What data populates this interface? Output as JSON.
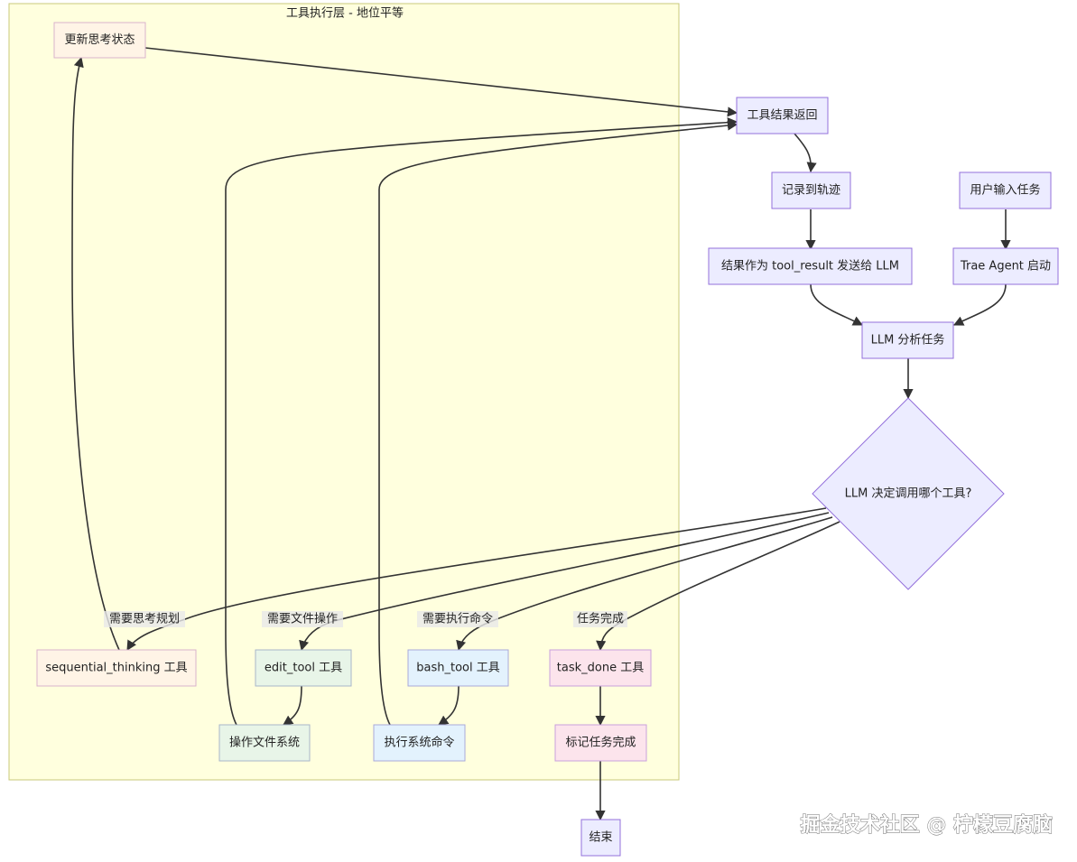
{
  "cluster": {
    "title": "工具执行层 - 地位平等"
  },
  "nodes": {
    "update_thinking": "更新思考状态",
    "tool_result_return": "工具结果返回",
    "record_trajectory": "记录到轨迹",
    "user_input": "用户输入任务",
    "send_to_llm": "结果作为 tool_result 发送给 LLM",
    "trae_start": "Trae Agent 启动",
    "llm_analyze": "LLM 分析任务",
    "llm_decide": "LLM 决定调用哪个工具?",
    "sequential_thinking": "sequential_thinking 工具",
    "edit_tool": "edit_tool 工具",
    "bash_tool": "bash_tool 工具",
    "task_done": "task_done 工具",
    "operate_fs": "操作文件系统",
    "exec_cmd": "执行系统命令",
    "mark_done": "标记任务完成",
    "end": "结束"
  },
  "edge_labels": {
    "need_thinking": "需要思考规划",
    "need_file_op": "需要文件操作",
    "need_command": "需要执行命令",
    "task_complete": "任务完成"
  },
  "watermark": "掘金技术社区 @ 柠檬豆腐脑",
  "colors": {
    "cluster_fill": "#ffffde",
    "cluster_stroke": "#c8c87a",
    "default_fill": "#ececff",
    "default_stroke": "#9370db",
    "thinking_fill": "#fff4e6",
    "thinking_stroke": "#d9b3cc",
    "edit_fill": "#e8f5e8",
    "edit_stroke": "#a9b6c9",
    "bash_fill": "#e3f2fd",
    "bash_stroke": "#a9a9d9",
    "done_fill": "#fce4ec",
    "done_stroke": "#c9a0dc",
    "edge": "#333333"
  }
}
